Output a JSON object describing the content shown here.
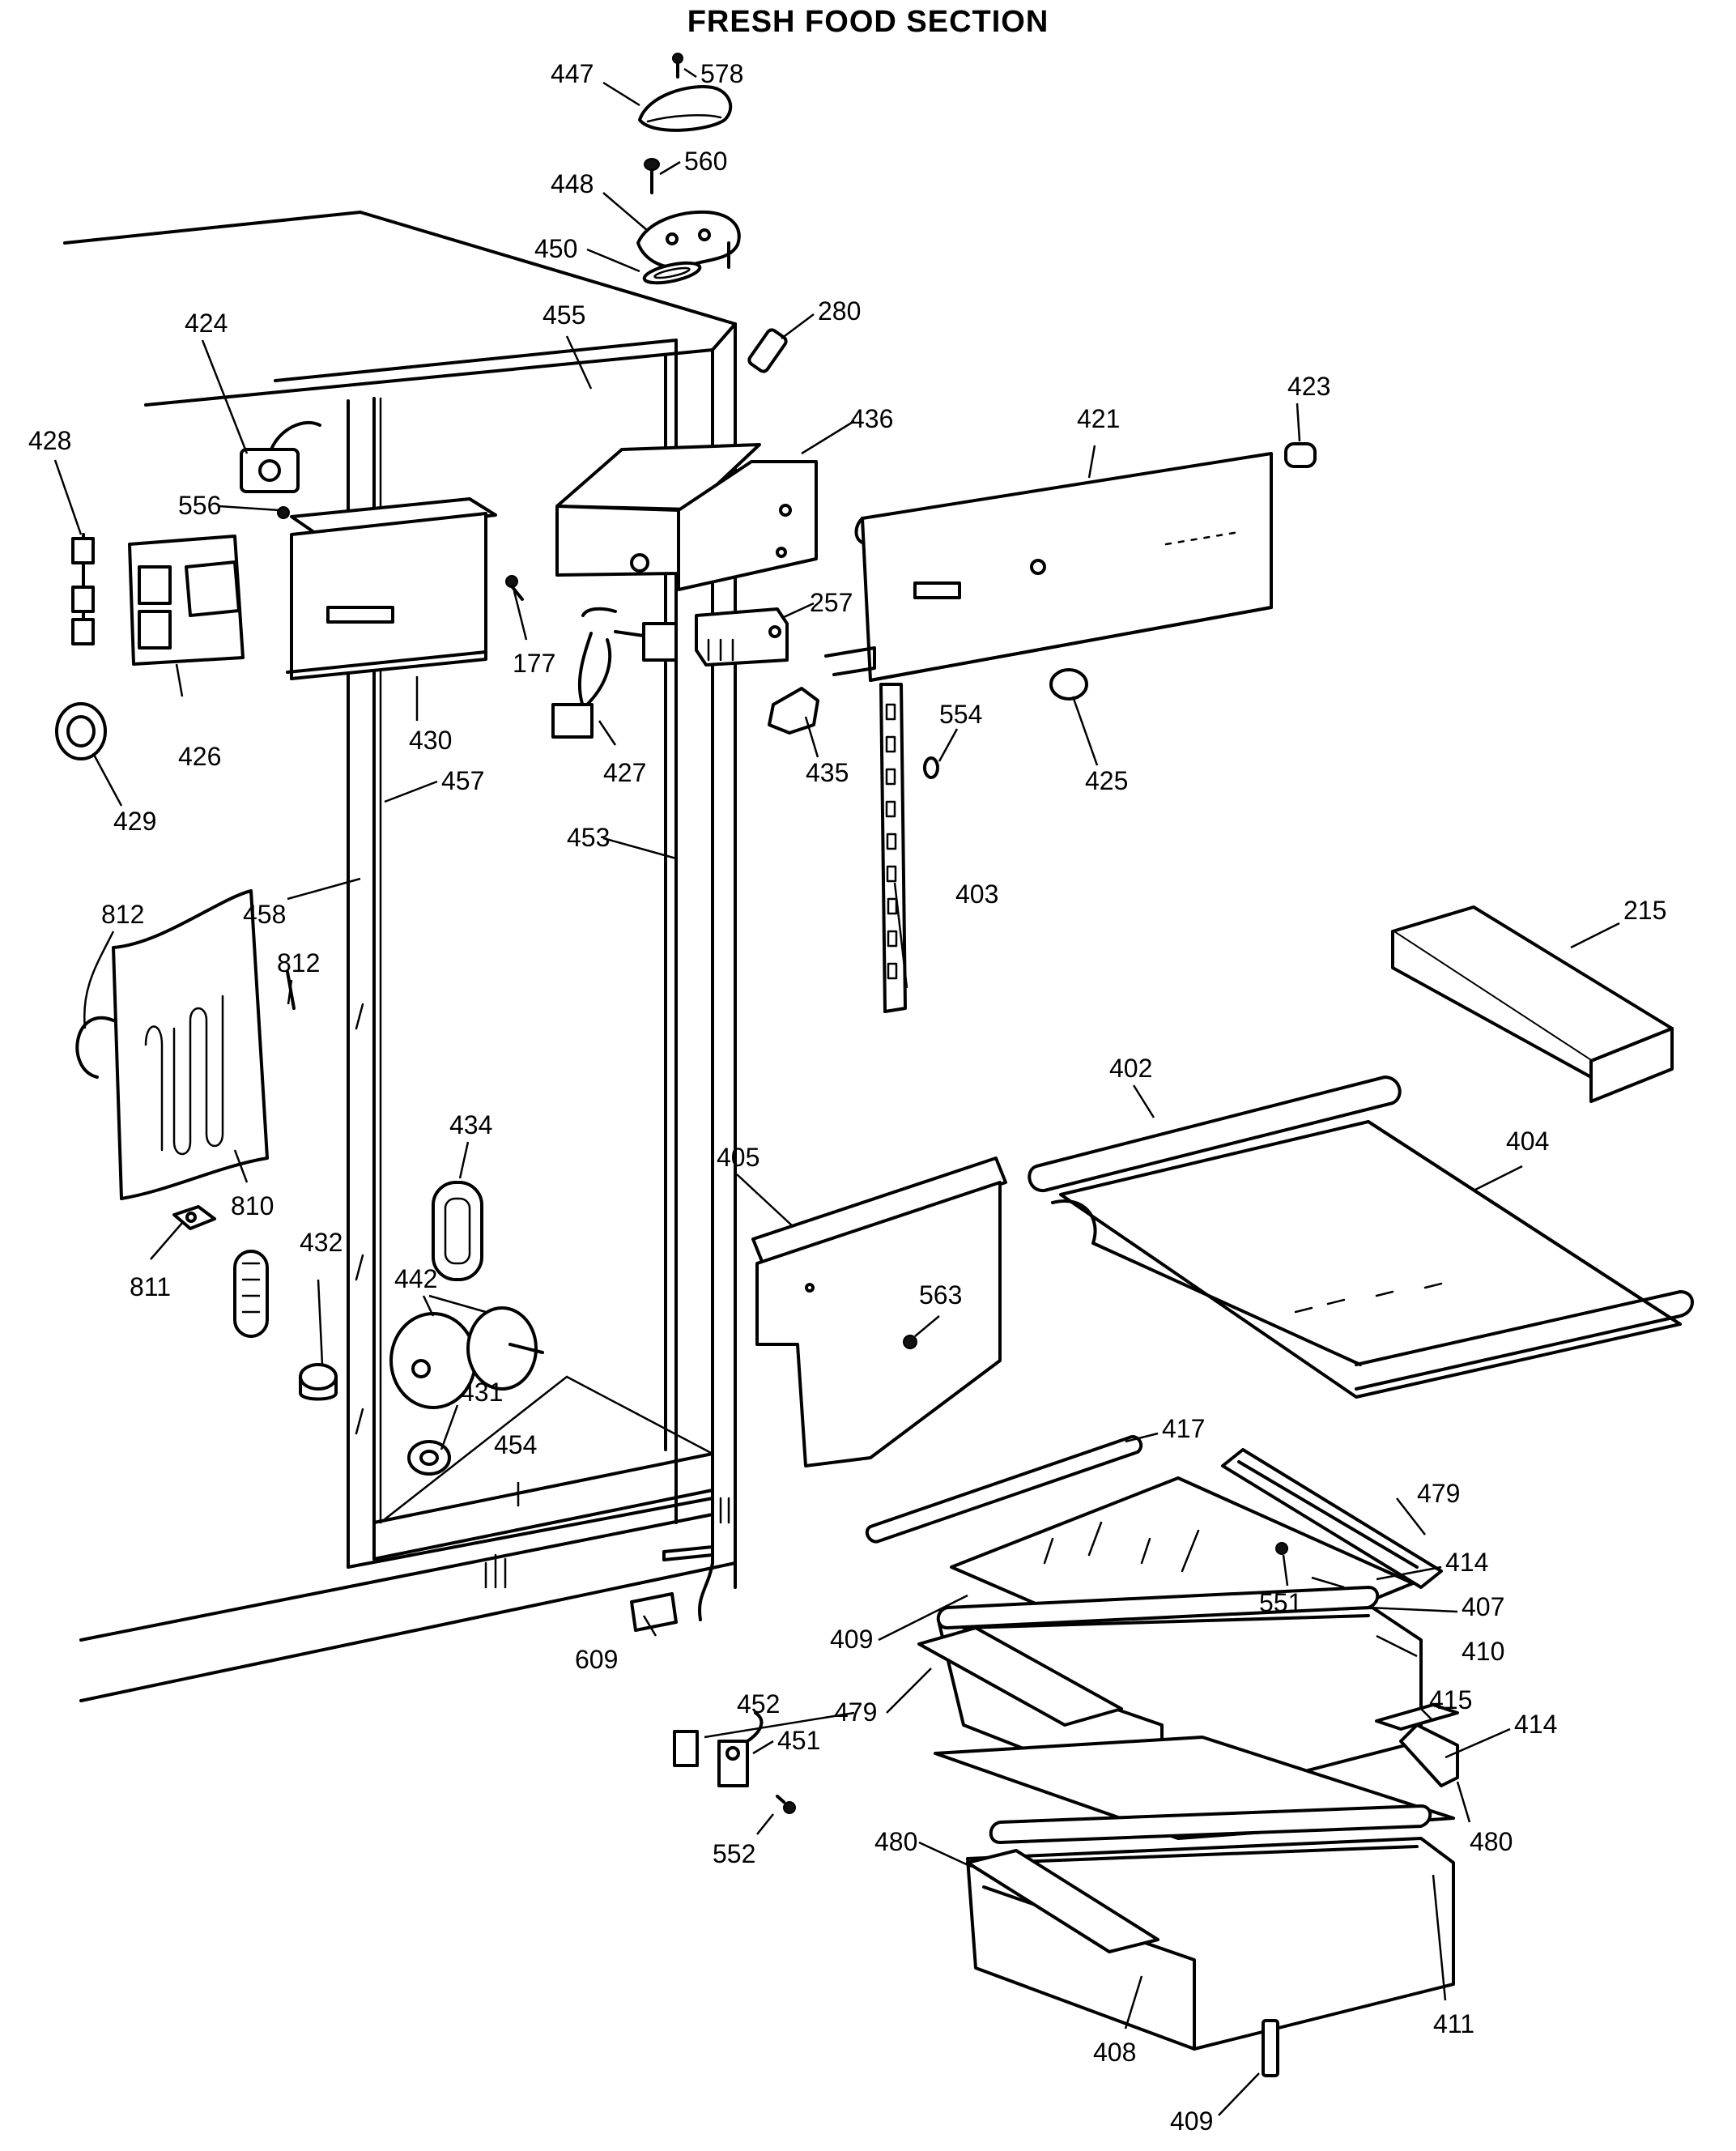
{
  "title": "FRESH FOOD SECTION",
  "callouts": {
    "p447": "447",
    "p578": "578",
    "p560": "560",
    "p448": "448",
    "p450": "450",
    "p280": "280",
    "p455": "455",
    "p424": "424",
    "p436": "436",
    "p421": "421",
    "p423": "423",
    "p428": "428",
    "p556": "556",
    "p426": "426",
    "p430": "430",
    "p177": "177",
    "p257": "257",
    "p427": "427",
    "p435": "435",
    "p554": "554",
    "p425": "425",
    "p429": "429",
    "p457": "457",
    "p453": "453",
    "p403": "403",
    "p215": "215",
    "p458": "458",
    "p812a": "812",
    "p812b": "812",
    "p402": "402",
    "p404": "404",
    "p434": "434",
    "p405": "405",
    "p810": "810",
    "p811": "811",
    "p432": "432",
    "p442": "442",
    "p563": "563",
    "p431": "431",
    "p454": "454",
    "p417": "417",
    "p479a": "479",
    "p414a": "414",
    "p551": "551",
    "p407": "407",
    "p409a": "409",
    "p609": "609",
    "p410": "410",
    "p479b": "479",
    "p452": "452",
    "p415": "415",
    "p414b": "414",
    "p451": "451",
    "p480a": "480",
    "p480b": "480",
    "p552": "552",
    "p408": "408",
    "p411": "411",
    "p409b": "409"
  }
}
